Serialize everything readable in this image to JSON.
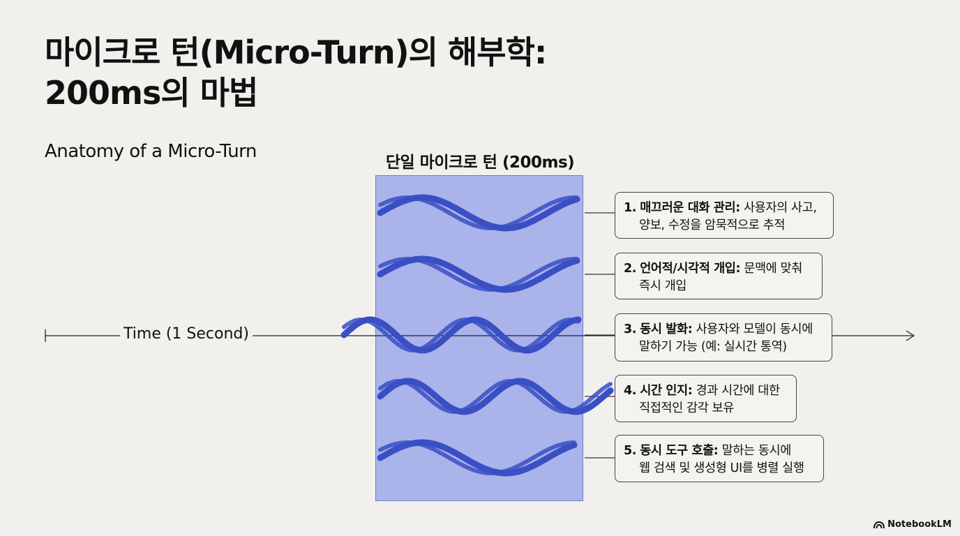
{
  "title": {
    "line1": "마이크로 턴(Micro-Turn)의 해부학:",
    "line2": "200ms의 마법"
  },
  "subtitle": "Anatomy of a Micro-Turn",
  "timeline": {
    "label": "Time (1 Second)"
  },
  "block": {
    "label": "단일 마이크로 턴 (200ms)",
    "color": "#aab4ea",
    "wave_color": "#3a4fc4"
  },
  "items": [
    {
      "number": "1.",
      "title": "매끄러운 대화 관리:",
      "text1": "사용자의 사고,",
      "text2": "양보, 수정을 암묵적으로 추적"
    },
    {
      "number": "2.",
      "title": "언어적/시각적 개입:",
      "text1": "문맥에 맞춰",
      "text2": "즉시 개입"
    },
    {
      "number": "3.",
      "title": "동시 발화:",
      "text1": "사용자와 모델이 동시에",
      "text2": "말하기 가능 (예: 실시간 통역)"
    },
    {
      "number": "4.",
      "title": "시간 인지:",
      "text1": "경과 시간에 대한",
      "text2": "직접적인 감각 보유"
    },
    {
      "number": "5.",
      "title": "동시 도구 호출:",
      "text1": "말하는 동시에",
      "text2": "웹 검색 및 생성형 UI를 병렬 실행"
    }
  ],
  "footer": {
    "brand": "NotebookLM",
    "icon": "notebooklm-logo-icon"
  }
}
